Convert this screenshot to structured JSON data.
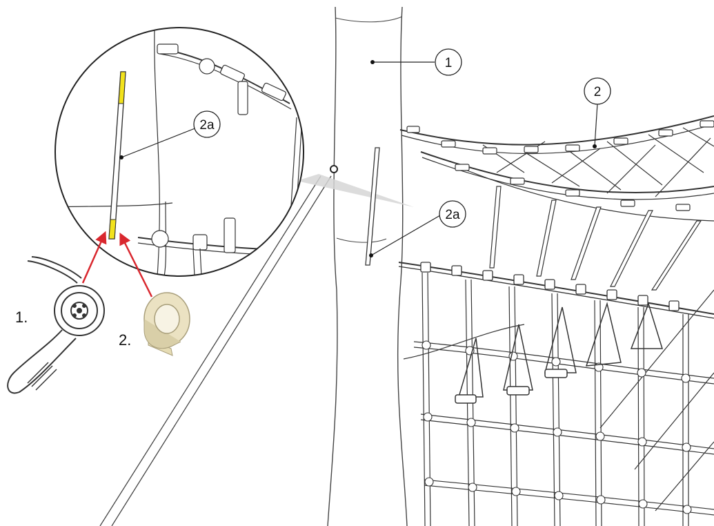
{
  "callouts": {
    "trunk": "1",
    "net": "2",
    "rod_main": "2a",
    "rod_zoom": "2a"
  },
  "steps": {
    "grind": "1.",
    "tape": "2."
  },
  "icons": {
    "tool1": "angle-grinder-icon",
    "tool2": "tape-roll-icon"
  },
  "colors": {
    "highlight": "#f2e21c",
    "arrow": "#d9272e",
    "line": "#333333",
    "zoom_cone": "#cfcfcf"
  }
}
